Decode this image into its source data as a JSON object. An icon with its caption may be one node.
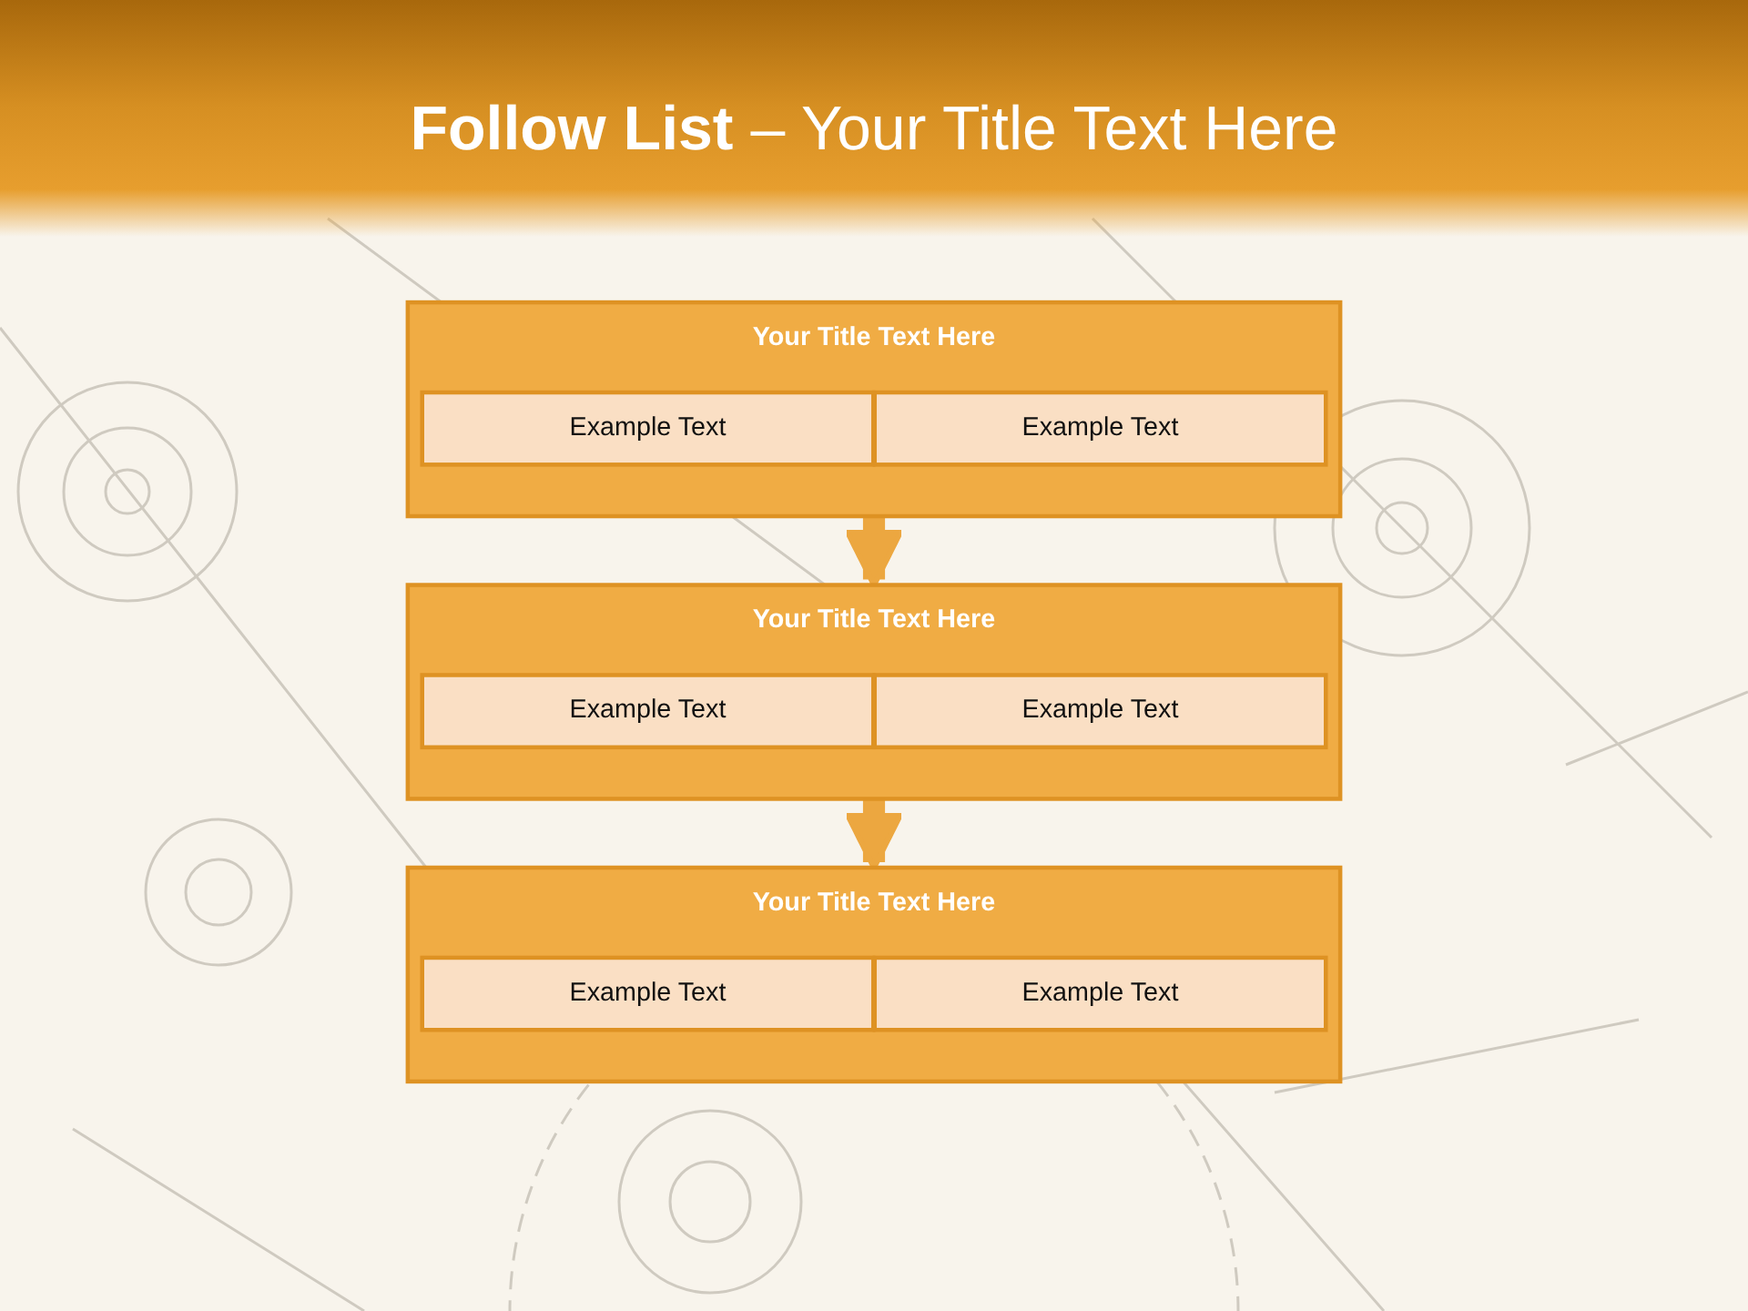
{
  "diagram": {
    "title": "**Follow List** – Your Title Text Here",
    "nodes": [
      {
        "text": [
          "Your Title Text Here"
        ]
      },
      {
        "text": [
          "Example Text"
        ],
        "in": 0
      },
      {
        "text": [
          "Example Text"
        ],
        "in": 0
      },
      {
        "text": [
          "Your Title Text Here"
        ]
      },
      {
        "text": [
          "Example Text"
        ],
        "in": 3
      },
      {
        "text": [
          "Example Text"
        ],
        "in": 3
      },
      {
        "text": [
          "Your Title Text Here"
        ]
      },
      {
        "text": [
          "Example Text"
        ],
        "in": 6
      },
      {
        "text": [
          "Example Text"
        ],
        "in": 6
      }
    ],
    "edges": [
      {
        "from": 0,
        "to": 3,
        "arrow": "to"
      },
      {
        "from": 3,
        "to": 6,
        "arrow": "to"
      }
    ]
  }
}
